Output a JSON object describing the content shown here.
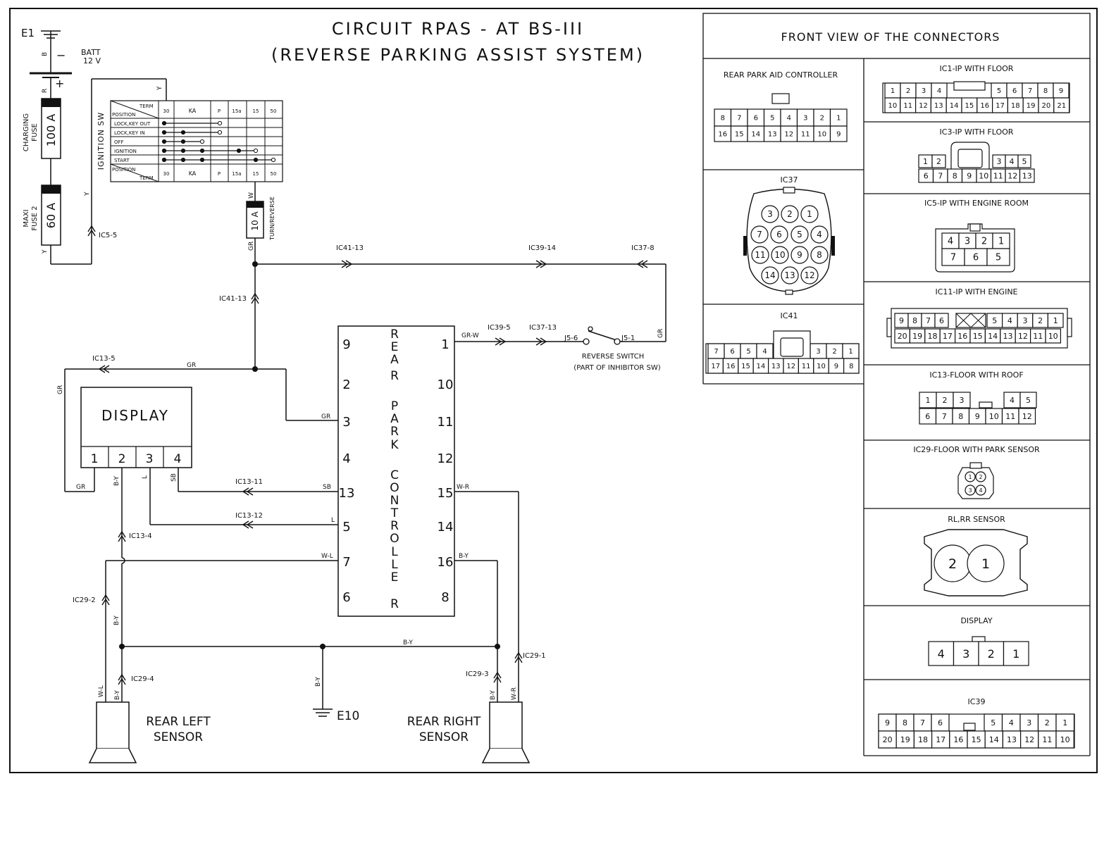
{
  "title": {
    "line1": "CIRCUIT RPAS - AT BS-III",
    "line2": "(REVERSE PARKING ASSIST SYSTEM)"
  },
  "battery": {
    "ground": "E1",
    "label1": "BATT",
    "label2": "12 V",
    "wire_b": "B",
    "minus": "−",
    "plus": "+",
    "wire_r": "R"
  },
  "fuses": [
    {
      "label1": "CHARGING",
      "label2": "FUSE",
      "rating": "100 A"
    },
    {
      "label1": "MAXI",
      "label2": "FUSE 2",
      "rating": "60 A"
    },
    {
      "rating": "10 A",
      "name": "TURN/REVERSE"
    }
  ],
  "ignition": {
    "label": "IGNITION SW",
    "term": "TERM",
    "position": "POSITION",
    "columns": [
      "30",
      "KA",
      "P",
      "15a",
      "15",
      "50"
    ],
    "rows": [
      "LOCK,KEY OUT",
      "LOCK,KEY IN",
      "OFF",
      "IGNITION",
      "START"
    ]
  },
  "wires": {
    "y": "Y",
    "w": "W",
    "gr": "GR",
    "grw": "GR-W",
    "by": "B-Y",
    "l": "L",
    "sb": "SB",
    "wr": "W-R",
    "wl": "W-L"
  },
  "connectors": {
    "ic5_5": "IC5-5",
    "ic41_13a": "IC41-13",
    "ic41_13b": "IC41-13",
    "ic39_14": "IC39-14",
    "ic37_8": "IC37-8",
    "ic39_5": "IC39-5",
    "ic37_13": "IC37-13",
    "j5_6": "J5-6",
    "j5_1": "J5-1",
    "ic13_5": "IC13-5",
    "ic13_11": "IC13-11",
    "ic13_12": "IC13-12",
    "ic13_4": "IC13-4",
    "ic29_2": "IC29-2",
    "ic29_4": "IC29-4",
    "ic29_3": "IC29-3",
    "ic29_1": "IC29-1"
  },
  "reverse_switch": {
    "line1": "REVERSE SWITCH",
    "line2": "(PART OF INHIBITOR SW)"
  },
  "display": {
    "label": "DISPLAY",
    "pins": [
      "1",
      "2",
      "3",
      "4"
    ]
  },
  "controller": {
    "letters": [
      "R",
      "E",
      "A",
      "R",
      "P",
      "A",
      "R",
      "K",
      "C",
      "O",
      "N",
      "T",
      "R",
      "O",
      "L",
      "L",
      "E",
      "R"
    ],
    "left_pins": [
      "9",
      "2",
      "3",
      "4",
      "13",
      "5",
      "7",
      "6"
    ],
    "right_pins": [
      "1",
      "10",
      "11",
      "12",
      "15",
      "14",
      "16",
      "8"
    ]
  },
  "ground_e10": "E10",
  "sensors": {
    "left1": "REAR LEFT",
    "left2": "SENSOR",
    "right1": "REAR RIGHT",
    "right2": "SENSOR"
  },
  "panel": {
    "header": "FRONT VIEW OF THE CONNECTORS",
    "rpac": {
      "title": "REAR PARK AID CONTROLLER",
      "top": [
        "8",
        "7",
        "6",
        "5",
        "4",
        "3",
        "2",
        "1"
      ],
      "bottom": [
        "16",
        "15",
        "14",
        "13",
        "12",
        "11",
        "10",
        "9"
      ]
    },
    "ic37": {
      "title": "IC37",
      "pins": [
        "3",
        "2",
        "1",
        "7",
        "6",
        "5",
        "4",
        "11",
        "10",
        "9",
        "8",
        "14",
        "13",
        "12"
      ]
    },
    "ic41": {
      "title": "IC41",
      "top_left": [
        "7",
        "6",
        "5",
        "4"
      ],
      "top_right": [
        "3",
        "2",
        "1"
      ],
      "bottom": [
        "17",
        "16",
        "15",
        "14",
        "13",
        "12",
        "11",
        "10",
        "9",
        "8"
      ]
    },
    "ic1": {
      "title": "IC1-IP WITH FLOOR",
      "top_left": [
        "1",
        "2",
        "3",
        "4"
      ],
      "top_right": [
        "5",
        "6",
        "7",
        "8",
        "9"
      ],
      "bottom": [
        "10",
        "11",
        "12",
        "13",
        "14",
        "15",
        "16",
        "17",
        "18",
        "19",
        "20",
        "21"
      ]
    },
    "ic3": {
      "title": "IC3-IP WITH FLOOR",
      "top_left": [
        "1",
        "2"
      ],
      "top_right": [
        "3",
        "4",
        "5"
      ],
      "bottom": [
        "6",
        "7",
        "8",
        "9",
        "10",
        "11",
        "12",
        "13"
      ]
    },
    "ic5": {
      "title": "IC5-IP WITH ENGINE ROOM",
      "top": [
        "4",
        "3",
        "2",
        "1"
      ],
      "bottom": [
        "7",
        "6",
        "5"
      ]
    },
    "ic11": {
      "title": "IC11-IP WITH ENGINE",
      "top_left": [
        "9",
        "8",
        "7",
        "6"
      ],
      "top_right": [
        "5",
        "4",
        "3",
        "2",
        "1"
      ],
      "bottom": [
        "20",
        "19",
        "18",
        "17",
        "16",
        "15",
        "14",
        "13",
        "12",
        "11",
        "10"
      ]
    },
    "ic13": {
      "title": "IC13-FLOOR WITH ROOF",
      "top_left": [
        "1",
        "2",
        "3"
      ],
      "top_right": [
        "4",
        "5"
      ],
      "bottom": [
        "6",
        "7",
        "8",
        "9",
        "10",
        "11",
        "12"
      ]
    },
    "ic29": {
      "title": "IC29-FLOOR WITH PARK SENSOR",
      "pins": [
        "1",
        "2",
        "3",
        "4"
      ]
    },
    "rlrr": {
      "title": "RL,RR SENSOR",
      "pins": [
        "2",
        "1"
      ]
    },
    "disp": {
      "title": "DISPLAY",
      "pins": [
        "4",
        "3",
        "2",
        "1"
      ]
    },
    "ic39": {
      "title": "IC39",
      "top_left": [
        "9",
        "8",
        "7",
        "6"
      ],
      "top_right": [
        "5",
        "4",
        "3",
        "2",
        "1"
      ],
      "bottom": [
        "20",
        "19",
        "18",
        "17",
        "16",
        "15",
        "14",
        "13",
        "12",
        "11",
        "10"
      ]
    }
  }
}
